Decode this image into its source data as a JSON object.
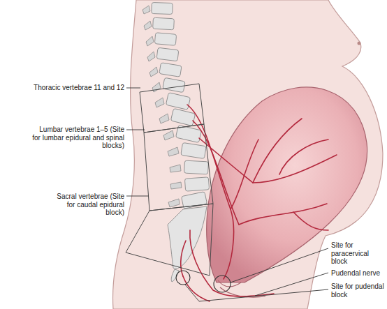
{
  "diagram": {
    "labels": [
      "Thoracic vertebrae 11 and 12",
      "Lumbar vertebrae 1–5 (Site for lumbar epidural and spinal blocks)",
      "Sacral vertebrae (Site for caudal epidural block)",
      "Site for paracervical block",
      "Pudendal nerve",
      "Site for pudendal block"
    ]
  }
}
